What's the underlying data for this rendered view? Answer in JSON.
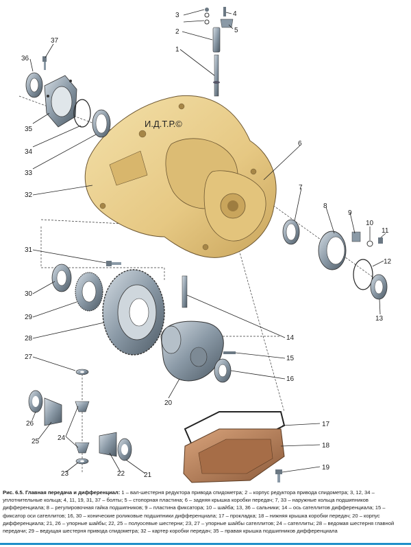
{
  "watermark": "И.Д.Т.Р.©",
  "callouts": [
    "1",
    "2",
    "3",
    "4",
    "5",
    "6",
    "7",
    "8",
    "9",
    "10",
    "11",
    "12",
    "13",
    "14",
    "15",
    "16",
    "17",
    "18",
    "19",
    "20",
    "21",
    "22",
    "23",
    "24",
    "25",
    "26",
    "27",
    "28",
    "29",
    "30",
    "31",
    "32",
    "33",
    "34",
    "35",
    "36",
    "37"
  ],
  "caption": {
    "head": "Рис. 6.5. Главная передача и дифференциал:",
    "body": " 1 – вал-шестерня редуктора привода спидометра; 2 – корпус редуктора привода спидометра; 3, 12, 34 – уплотнительные кольца; 4, 11, 19, 31, 37 – болты; 5 – стопорная пластина; 6 – задняя крышка коробки передач; 7, 33 – наружные кольца подшипников дифференциала; 8 – регулировочная гайка подшипников; 9 – пластина фиксатора; 10 – шайба; 13, 36 – сальники; 14 – ось сателлитов дифференциала; 15 – фиксатор оси сателлитов; 16, 30 – конические роликовые подшипники дифференциала; 17 – прокладка; 18 – нижняя крышка коробки передач; 20 – корпус дифференциала; 21, 26 – упорные шайбы; 22, 25 – полуосевые шестерни; 23, 27 – упорные шайбы сателлитов; 24 – сателлиты; 28 – ведомая шестерня главной передачи; 29 – ведущая шестерня привода спидометра; 32 – картер коробки передач; 35 – правая крышка подшипников дифференциала"
  },
  "colors": {
    "housing": "#e9cf8f",
    "housing_shadow": "#c9a55c",
    "steel": "#8a99a6",
    "steel_dark": "#4e5b66",
    "gasket": "#b9805a",
    "accent_rule": "#1e8fc9"
  }
}
